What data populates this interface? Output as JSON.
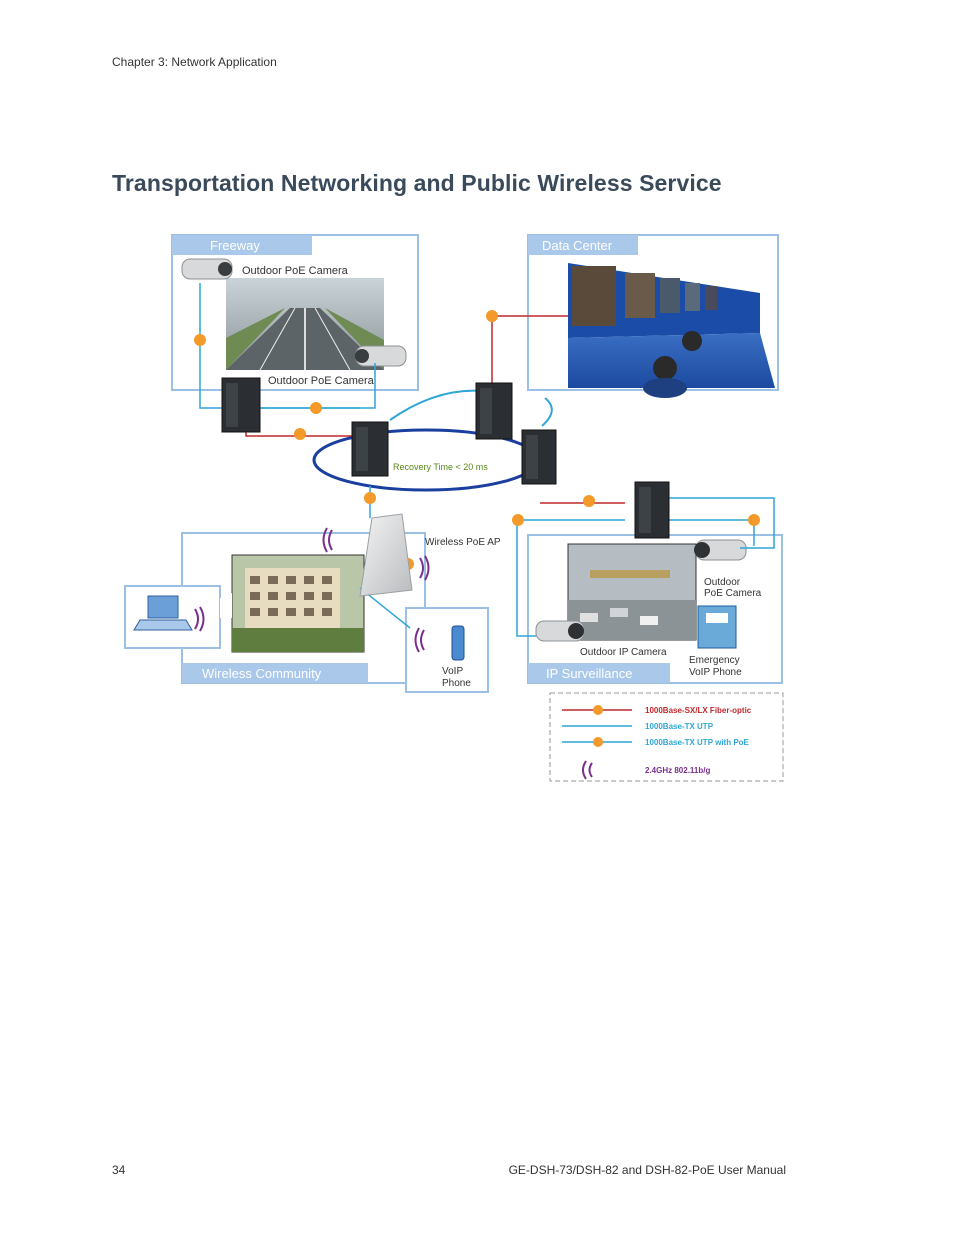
{
  "header": {
    "chapter": "Chapter 3: Network Application"
  },
  "title": "Transportation Networking and Public Wireless Service",
  "diagram": {
    "panels": {
      "freeway": "Freeway",
      "data_center": "Data Center",
      "wireless_community": "Wireless Community",
      "ip_surveillance": "IP Surveillance"
    },
    "labels": {
      "outdoor_poe_camera_1": "Outdoor PoE Camera",
      "outdoor_poe_camera_2": "Outdoor PoE Camera",
      "recovery": "Recovery Time < 20 ms",
      "wireless_poe_ap": "Wireless PoE AP",
      "voip_phone_1": "VoIP",
      "voip_phone_2": "Phone",
      "outdoor_cam_a": "Outdoor",
      "outdoor_cam_b": "PoE Camera",
      "outdoor_ip_camera": "Outdoor IP Camera",
      "emergency_1": "Emergency",
      "emergency_2": "VoIP Phone"
    },
    "legend": [
      {
        "label": "1000Base-SX/LX Fiber-optic",
        "color": "#c0282d"
      },
      {
        "label": "1000Base-TX UTP",
        "color": "#2fa6d8"
      },
      {
        "label": "1000Base-TX UTP with PoE",
        "color": "#2fa6d8"
      },
      {
        "label": "2.4GHz 802.11b/g",
        "color": "#c0282d"
      }
    ]
  },
  "footer": {
    "page_number": "34",
    "manual": "GE-DSH-73/DSH-82 and DSH-82-PoE User Manual"
  }
}
